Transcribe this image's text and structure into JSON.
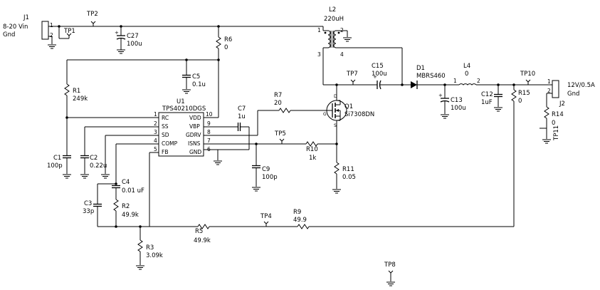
{
  "connectors": {
    "j1": {
      "ref": "J1",
      "input_label": "8-20 Vin",
      "gnd_label": "Gnd",
      "pin1": "1",
      "pin2": "2"
    },
    "j2": {
      "ref": "J2",
      "output_label": "12V/0.5A",
      "gnd_label": "Gnd",
      "pin1": "1",
      "pin2": "2"
    }
  },
  "test_points": {
    "tp1": "TP1",
    "tp2": "TP2",
    "tp4": "TP4",
    "tp5": "TP5",
    "tp7": "TP7",
    "tp8": "TP8",
    "tp10": "TP10",
    "tp11": "TP11"
  },
  "capacitors": {
    "c1": {
      "ref": "C1",
      "value": "100p"
    },
    "c2": {
      "ref": "C2",
      "value": "0.22u"
    },
    "c3": {
      "ref": "C3",
      "value": "33p"
    },
    "c4": {
      "ref": "C4",
      "value": "0.01 uF"
    },
    "c5": {
      "ref": "C5",
      "value": "0.1u"
    },
    "c7": {
      "ref": "C7",
      "value": "1u"
    },
    "c9": {
      "ref": "C9",
      "value": "100p"
    },
    "c12": {
      "ref": "C12",
      "value": "1uF"
    },
    "c13": {
      "ref": "C13",
      "value": "100u"
    },
    "c15": {
      "ref": "C15",
      "value": "100u"
    },
    "c27": {
      "ref": "C27",
      "value": "100u"
    }
  },
  "resistors": {
    "r1": {
      "ref": "R1",
      "value": "249k"
    },
    "r2": {
      "ref": "R2",
      "value": "49.9k"
    },
    "r3": {
      "ref": "R3",
      "value": "3.09k"
    },
    "r5": {
      "ref": "R5",
      "value": "49.9k"
    },
    "r6": {
      "ref": "R6",
      "value": "0"
    },
    "r7": {
      "ref": "R7",
      "value": "20"
    },
    "r9": {
      "ref": "R9",
      "value": "49.9"
    },
    "r10": {
      "ref": "R10",
      "value": "1k"
    },
    "r11": {
      "ref": "R11",
      "value": "0.05"
    },
    "r14": {
      "ref": "R14",
      "value": "0"
    },
    "r15": {
      "ref": "R15",
      "value": "0"
    }
  },
  "inductors": {
    "l2": {
      "ref": "L2",
      "value": "220uH",
      "pins": [
        "1",
        "2",
        "3",
        "4"
      ]
    },
    "l4": {
      "ref": "L4",
      "value": "0",
      "pins": [
        "1",
        "2"
      ]
    }
  },
  "diode": {
    "ref": "D1",
    "part": "MBRS460"
  },
  "mosfet": {
    "ref": "Q1",
    "part": "Si7308DN",
    "pins": {
      "d": "D",
      "g": "G",
      "s": "S"
    }
  },
  "ic": {
    "ref": "U1",
    "part": "TPS40210DGS",
    "left_pins": [
      {
        "num": "1",
        "name": "RC"
      },
      {
        "num": "2",
        "name": "SS"
      },
      {
        "num": "3",
        "name": "SD"
      },
      {
        "num": "4",
        "name": "COMP"
      },
      {
        "num": "5",
        "name": "FB"
      }
    ],
    "right_pins": [
      {
        "num": "10",
        "name": "VDD"
      },
      {
        "num": "9",
        "name": "VBP"
      },
      {
        "num": "8",
        "name": "GDRV"
      },
      {
        "num": "7",
        "name": "ISNS"
      },
      {
        "num": "6",
        "name": "GND"
      }
    ]
  }
}
